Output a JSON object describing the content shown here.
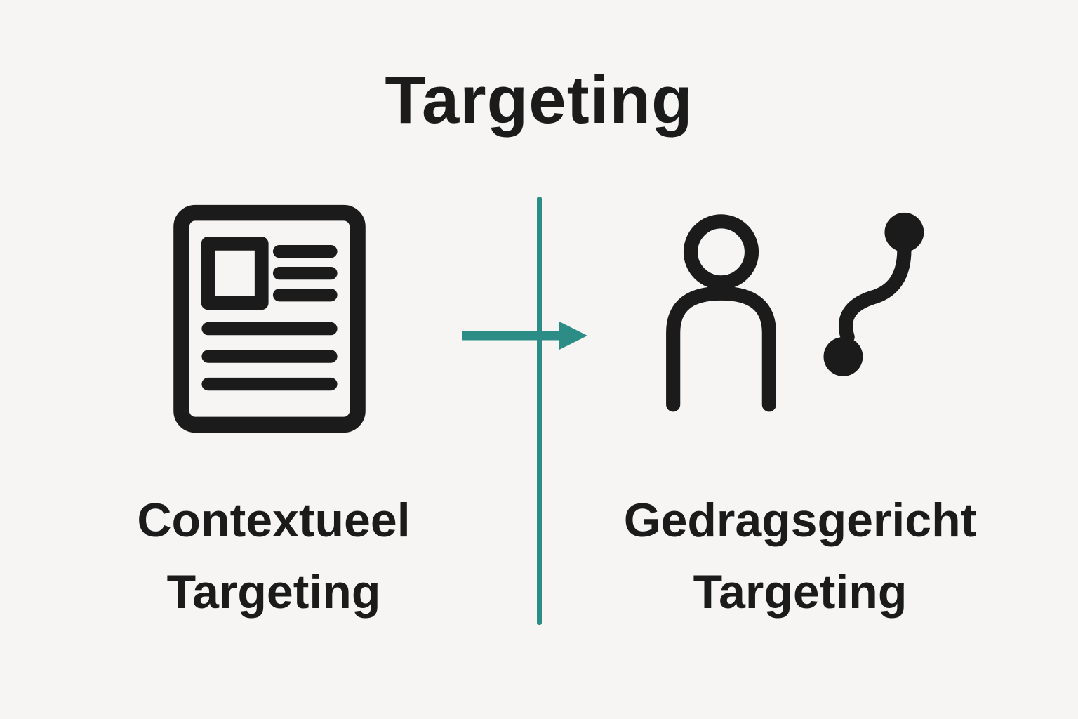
{
  "title": "Targeting",
  "left": {
    "icon": "document-icon",
    "label_line1": "Contextueel",
    "label_line2": "Targeting"
  },
  "right": {
    "icon": "person-journey-icon",
    "label_line1": "Gedragsgericht",
    "label_line2": "Targeting"
  },
  "colors": {
    "ink": "#1b1b1b",
    "accent_teal": "#2b8d86",
    "background": "#f6f5f3"
  }
}
